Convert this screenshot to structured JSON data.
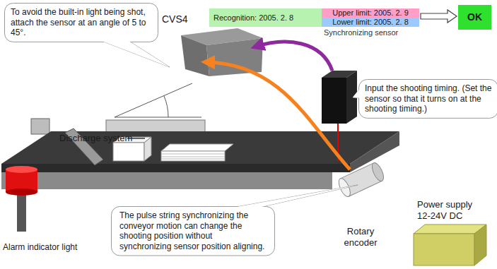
{
  "diagram": {
    "nodes": [
      {
        "text": [
          "To avoid the built-in light being shot, attach the sensor at an angle of 5 to 45°."
        ]
      },
      {
        "text": [
          "Recognition: 2005. 2. 8"
        ]
      },
      {
        "text": [
          "Upper limit: 2005. 2. 9"
        ]
      },
      {
        "text": [
          "Lower limit: 2005. 2. 8"
        ]
      },
      {
        "text": [
          "OK"
        ]
      },
      {
        "text": [
          "Input the shooting timing. (Set the sensor so that it turns on at the shooting timing.)"
        ]
      },
      {
        "text": [
          "The pulse string synchronizing the conveyor motion can change the shooting position without synchronizing sensor position aligning."
        ]
      }
    ],
    "edges": [
      {
        "from": 2,
        "to": 4,
        "arrow": "to"
      }
    ],
    "labels": [
      "CVS4",
      "Synchronizing sensor",
      "Discharge system",
      "Alarm indicator light",
      "Rotary encoder",
      "Power supply",
      "12-24V DC"
    ]
  }
}
